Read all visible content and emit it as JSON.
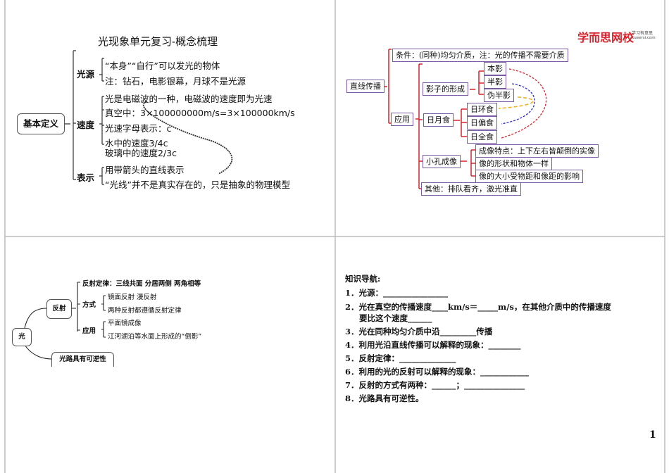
{
  "panel1": {
    "title": "光现象单元复习-概念梳理",
    "root": "基本定义",
    "branches": [
      {
        "label": "光源",
        "items": [
          "“本身”“自行”可以发光的物体",
          "注：钻石，电影银幕，月球不是光源"
        ]
      },
      {
        "label": "速度",
        "items": [
          "光是电磁波的一种，电磁波的速度即为光速",
          "真空中：3×100000000m/s=3×100000km/s",
          "光速字母表示：c",
          "水中的速度3/4c",
          "玻璃中的速度2/3c"
        ]
      },
      {
        "label": "表示",
        "items": [
          "用带箭头的直线表示",
          "“光线”并不是真实存在的，只是抽象的物理模型"
        ]
      }
    ]
  },
  "panel2": {
    "logo": "学而思网校",
    "logo_sub": "学习有意思",
    "logo_url": "xueersi.com",
    "root": "直线传播",
    "condition": "条件：(同种)均匀介质，注：光的传播不需要介质",
    "apply": "应用",
    "shadow": "影子的形成",
    "shadows": [
      "本影",
      "半影",
      "伪半影"
    ],
    "eclipse": "日月食",
    "eclipses": [
      "日环食",
      "日偏食",
      "日全食"
    ],
    "pinhole": "小孔成像",
    "pinholes": [
      "成像特点：上下左右皆颠倒的实像",
      "像的形状和物体一样",
      "像的大小受物距和像距的影响"
    ],
    "other": "其他：排队看齐，激光准直",
    "colors": {
      "tree": "#d9232d",
      "box": "#7a5aa0",
      "arrow_red": "#d9232d",
      "arrow_blue": "#2a2ad0",
      "arrow_yellow": "#f2b01e"
    }
  },
  "panel3": {
    "root": "光",
    "reflect": "反射",
    "law": "反射定律：三线共面  分居两侧  两角相等",
    "mode": "方式",
    "modes": [
      "镜面反射    漫反射",
      "两种反射都遵循反射定律"
    ],
    "use": "应用",
    "uses": [
      "平面镜成像",
      "江河湖泊等水面上形成的“倒影”"
    ],
    "reversible": "光路具有可逆性"
  },
  "panel4": {
    "heading": "知识导航:",
    "items": [
      "1．光源：________________",
      "2．光在真空的传播速度____km/s＝_____m/s，在其他介质中的传播速度",
      "     要比这个速度______",
      "3．光在同种均匀介质中沿_________传播",
      "4．利用光沿直线传播可以解释的现象：________",
      "5．反射定律：______________",
      "6．利用的光的反射可以解释的现象：____________",
      "7．反射的方式有两种：______；_______________",
      "8．光路具有可逆性。"
    ],
    "page_number": "1"
  }
}
